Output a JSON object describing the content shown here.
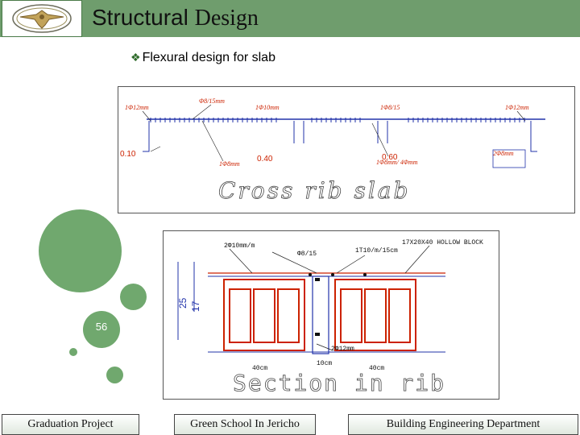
{
  "header": {
    "title_part1": "Structural",
    "title_part2": "Design",
    "logo_icon": "eagle-emblem-icon"
  },
  "subtitle": {
    "bullet_icon": "diamond-bullet-icon",
    "text": "Flexural  design for slab"
  },
  "figure_top": {
    "caption": "Cross rib slab",
    "labels": [
      "0.10",
      "0.40",
      "0.60"
    ]
  },
  "figure_bottom": {
    "caption": "Section in rib",
    "label_block": "1T10/m/15cm",
    "label_hollow": "17X20X40 HOLLOW BLOCK",
    "dim_left": "25",
    "dim_right": "17",
    "dim_bottom_a": "40cm",
    "dim_bottom_b": "10cm",
    "dim_bottom_c": "40cm"
  },
  "slide_number": "56",
  "footer": {
    "left": "Graduation Project",
    "center": "Green School In Jericho",
    "right": "Building Engineering Department"
  },
  "colors": {
    "accent": "#6f9d6d",
    "circle": "#70a86e",
    "drawing_red": "#cc2200",
    "drawing_blue": "#2233aa"
  }
}
